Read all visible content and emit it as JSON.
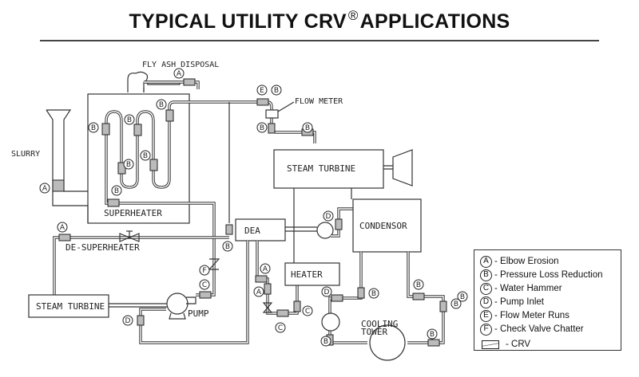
{
  "title": {
    "text_before": "TYPICAL UTILITY CRV",
    "registered_mark": "®",
    "text_after": "APPLICATIONS"
  },
  "components": {
    "fly_ash": "FLY ASH DISPOSAL",
    "slurry": "SLURRY",
    "superheater": "SUPERHEATER",
    "flow_meter": "FLOW METER",
    "steam_turbine_main": "STEAM TURBINE",
    "de_superheater": "DE-SUPERHEATER",
    "dea": "DEA",
    "condensor": "CONDENSOR",
    "heater": "HEATER",
    "steam_turbine_small": "STEAM TURBINE",
    "pump": "PUMP",
    "cooling_tower_line1": "COOLING",
    "cooling_tower_line2": "TOWER"
  },
  "tags": {
    "fly_ash_a": "A",
    "slurry_a": "A",
    "sh_b1": "B",
    "sh_b2": "B",
    "sh_b3": "B",
    "sh_b4": "B",
    "sh_b5": "B",
    "sh_b6": "B",
    "fm_e": "E",
    "fm_b1": "B",
    "fm_b2": "B",
    "fm_b3": "B",
    "desh_a": "A",
    "dea_b": "B",
    "pump_f": "F",
    "pump_c": "C",
    "pump_d": "D",
    "dea_a1": "A",
    "dea_a2": "A",
    "heater_c1": "C",
    "heater_c2": "C",
    "cond_d": "D",
    "ct_d": "D",
    "ct_b1": "B",
    "ct_b2": "B",
    "ct_b3": "B",
    "ct_b4": "B",
    "ct_b5": "B",
    "right_b": "B"
  },
  "legend": {
    "items": [
      {
        "key": "A",
        "label": "- Elbow Erosion"
      },
      {
        "key": "B",
        "label": "- Pressure Loss Reduction"
      },
      {
        "key": "C",
        "label": "- Water Hammer"
      },
      {
        "key": "D",
        "label": "- Pump Inlet"
      },
      {
        "key": "E",
        "label": "- Flow Meter Runs"
      },
      {
        "key": "F",
        "label": "- Check Valve Chatter"
      }
    ],
    "crv_label": "- CRV"
  }
}
